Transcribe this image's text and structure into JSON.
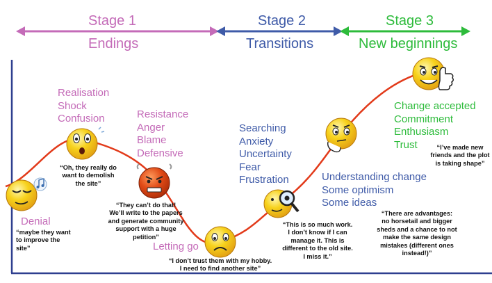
{
  "stages": [
    {
      "title": "Stage 1",
      "subtitle": "Endings",
      "color": "#c46bb8"
    },
    {
      "title": "Stage 2",
      "subtitle": "Transitions",
      "color": "#3f5ba8"
    },
    {
      "title": "Stage 3",
      "subtitle": "New beginnings",
      "color": "#2dbb3b"
    }
  ],
  "phases": {
    "denial": {
      "label": "Denial",
      "quote": "“maybe they want\nto improve the\nsite”"
    },
    "realisation": {
      "label": "Realisation\nShock\nConfusion",
      "quote": "“Oh, they really do\nwant to demolish\nthe site”"
    },
    "resistance": {
      "label": "Resistance\nAnger\nBlame\nDefensive",
      "quote": "“They can’t do that!\nWe’ll write to the papers\nand generate community\nsupport with a huge\npetition”"
    },
    "letting_go": {
      "label": "Letting go",
      "quote": "“I don’t trust them with my hobby.\nI need to find another site”"
    },
    "searching": {
      "label": "Searching\nAnxiety\nUncertainty\nFear\nFrustration",
      "quote": "“This is so much work.\nI don’t know if I can\nmanage it.  This is\ndifferent to the old site.\nI miss it.”"
    },
    "understanding": {
      "label": "Understanding change\nSome optimism\nSome ideas",
      "quote": "“There are advantages:\nno horsetail and bigger\nsheds and a chance to not\nmake the same design\nmistakes (different ones\ninstead!)”"
    },
    "accepted": {
      "label": "Change accepted\nCommitment\nEnthusiasm\nTrust",
      "quote": "“I’ve made new\nfriends and the plot\nis taking shape”"
    }
  },
  "icons": [
    "sleepy-face-icon",
    "shocked-face-icon",
    "angry-face-icon",
    "sad-face-icon",
    "magnifier-face-icon",
    "thinking-face-icon",
    "thumbs-up-face-icon",
    "music-note-icon"
  ],
  "colors": {
    "axis": "#2e3f8f",
    "curve": "#e23a1a",
    "face": "#f7d21c"
  }
}
